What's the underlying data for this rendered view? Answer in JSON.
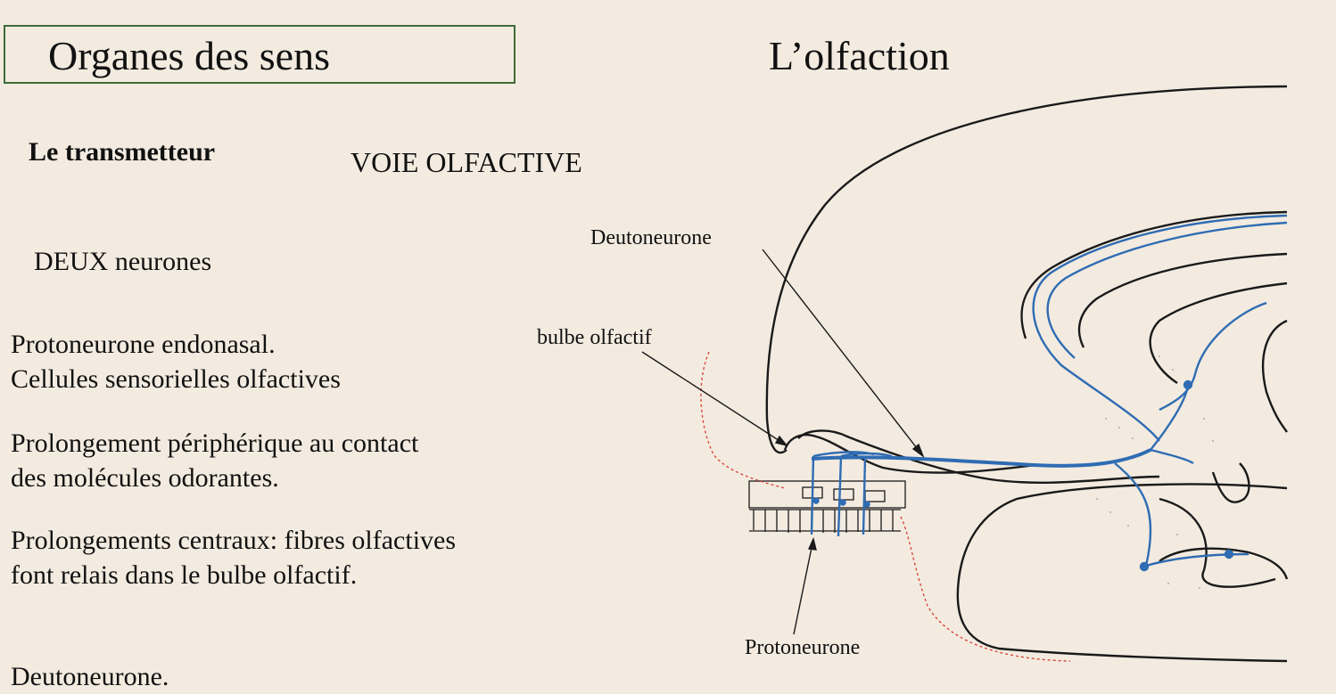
{
  "slide": {
    "title": "Organes des sens",
    "topic": "L’olfaction",
    "section_label": "Le transmetteur",
    "section_heading": "VOIE OLFACTIVE",
    "subheading": "DEUX neurones",
    "paragraphs": [
      [
        "Protoneurone endonasal.",
        "Cellules sensorielles olfactives"
      ],
      [
        "Prolongement périphérique au contact",
        "des molécules odorantes."
      ],
      [
        "Prolongements centraux: fibres olfactives",
        "font relais dans le bulbe olfactif."
      ],
      [
        "Deutoneurone."
      ]
    ]
  },
  "diagram": {
    "labels": {
      "deutoneurone": "Deutoneurone",
      "bulbe": "bulbe olfactif",
      "protoneurone": "Protoneurone"
    },
    "colors": {
      "outline": "#1a1a1a",
      "pathway": "#2f6cb3",
      "boundary": "#d9483b",
      "title_border": "#3d6b3a"
    }
  }
}
